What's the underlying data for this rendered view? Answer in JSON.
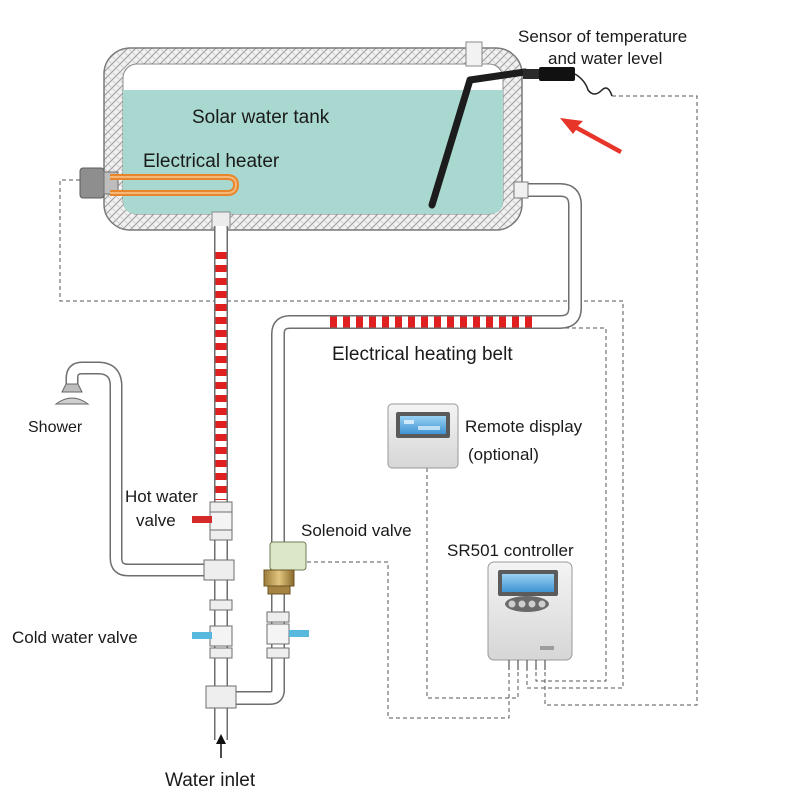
{
  "labels": {
    "tank": "Solar water tank",
    "heater": "Electrical heater",
    "sensor_line1": "Sensor of temperature",
    "sensor_line2": "and water level",
    "heating_belt": "Electrical heating belt",
    "shower": "Shower",
    "remote_line1": "Remote display",
    "remote_line2": "(optional)",
    "hot_valve_line1": "Hot water",
    "hot_valve_line2": "valve",
    "solenoid": "Solenoid valve",
    "controller": "SR501 controller",
    "cold_valve": "Cold water valve",
    "inlet": "Water inlet"
  },
  "colors": {
    "water": "#a8d8cf",
    "heater_element": "#e8852a",
    "heating_belt": "#e02020",
    "valve_handle_hot": "#d42a2a",
    "valve_handle_cold": "#59b8de",
    "arrow": "#e8352a",
    "device_screen": "#4aa6e0"
  }
}
